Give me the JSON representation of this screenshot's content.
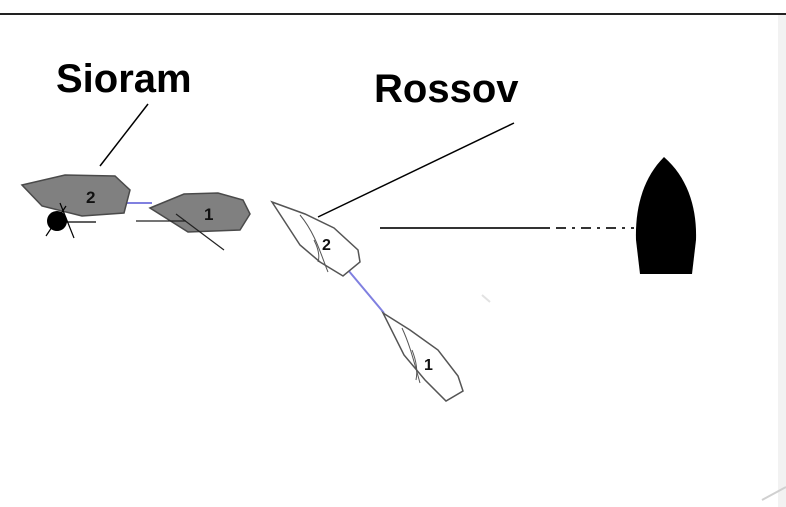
{
  "labels": {
    "sioram": "Sioram",
    "rossov": "Rossov"
  },
  "boats": {
    "sioram_2": "2",
    "sioram_1": "1",
    "rossov_2": "2",
    "rossov_1": "1"
  },
  "colors": {
    "sioram_hull": "#808080",
    "rossov_hull": "#ffffff",
    "link_line": "#8080e0",
    "committee_boat": "#000000",
    "top_rule": "#222222"
  }
}
